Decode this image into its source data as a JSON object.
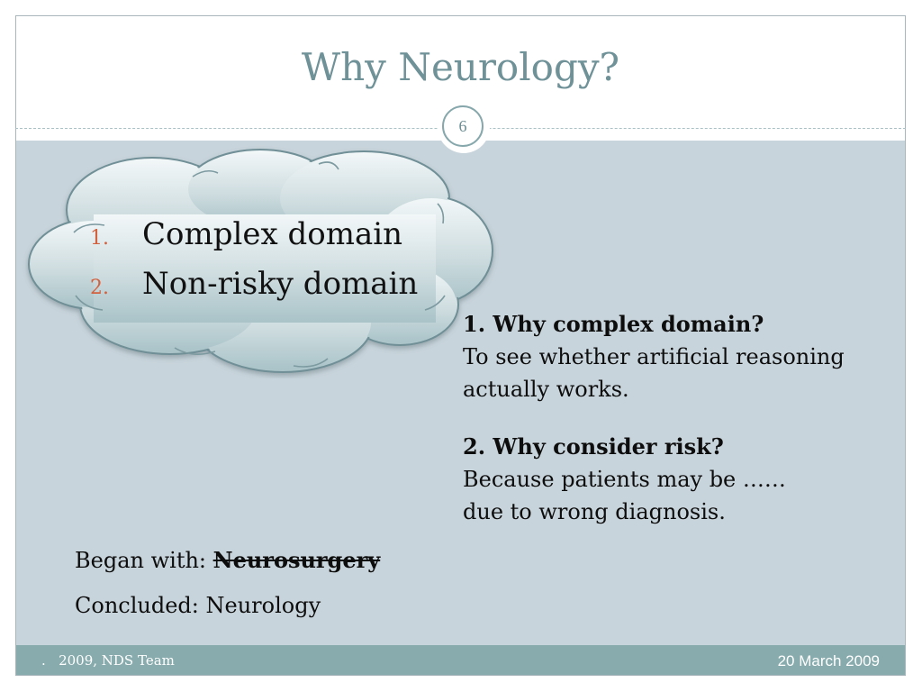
{
  "slide": {
    "title": "Why Neurology?",
    "page_number": "6"
  },
  "cloud": {
    "items": [
      {
        "number": "1.",
        "text": "Complex domain"
      },
      {
        "number": "2.",
        "text": "Non-risky domain"
      }
    ]
  },
  "questions": [
    {
      "question": "1. Why complex domain?",
      "answer_lines": [
        "To see whether artificial reasoning",
        "actually works."
      ]
    },
    {
      "question": "2. Why consider risk?",
      "answer_lines": [
        "Because patients may be ……",
        "due to wrong diagnosis."
      ]
    }
  ],
  "notes": {
    "began_label": "Began with: ",
    "began_value": "Neurosurgery",
    "concluded_label": "Concluded: ",
    "concluded_value": "Neurology"
  },
  "footer": {
    "left_text": ".   2009, NDS Team",
    "right_text": "20 March 2009"
  },
  "colors": {
    "title": "#6f9198",
    "panel": "#c8d4db",
    "footer": "#88abad",
    "list_number": "#d2613f"
  }
}
